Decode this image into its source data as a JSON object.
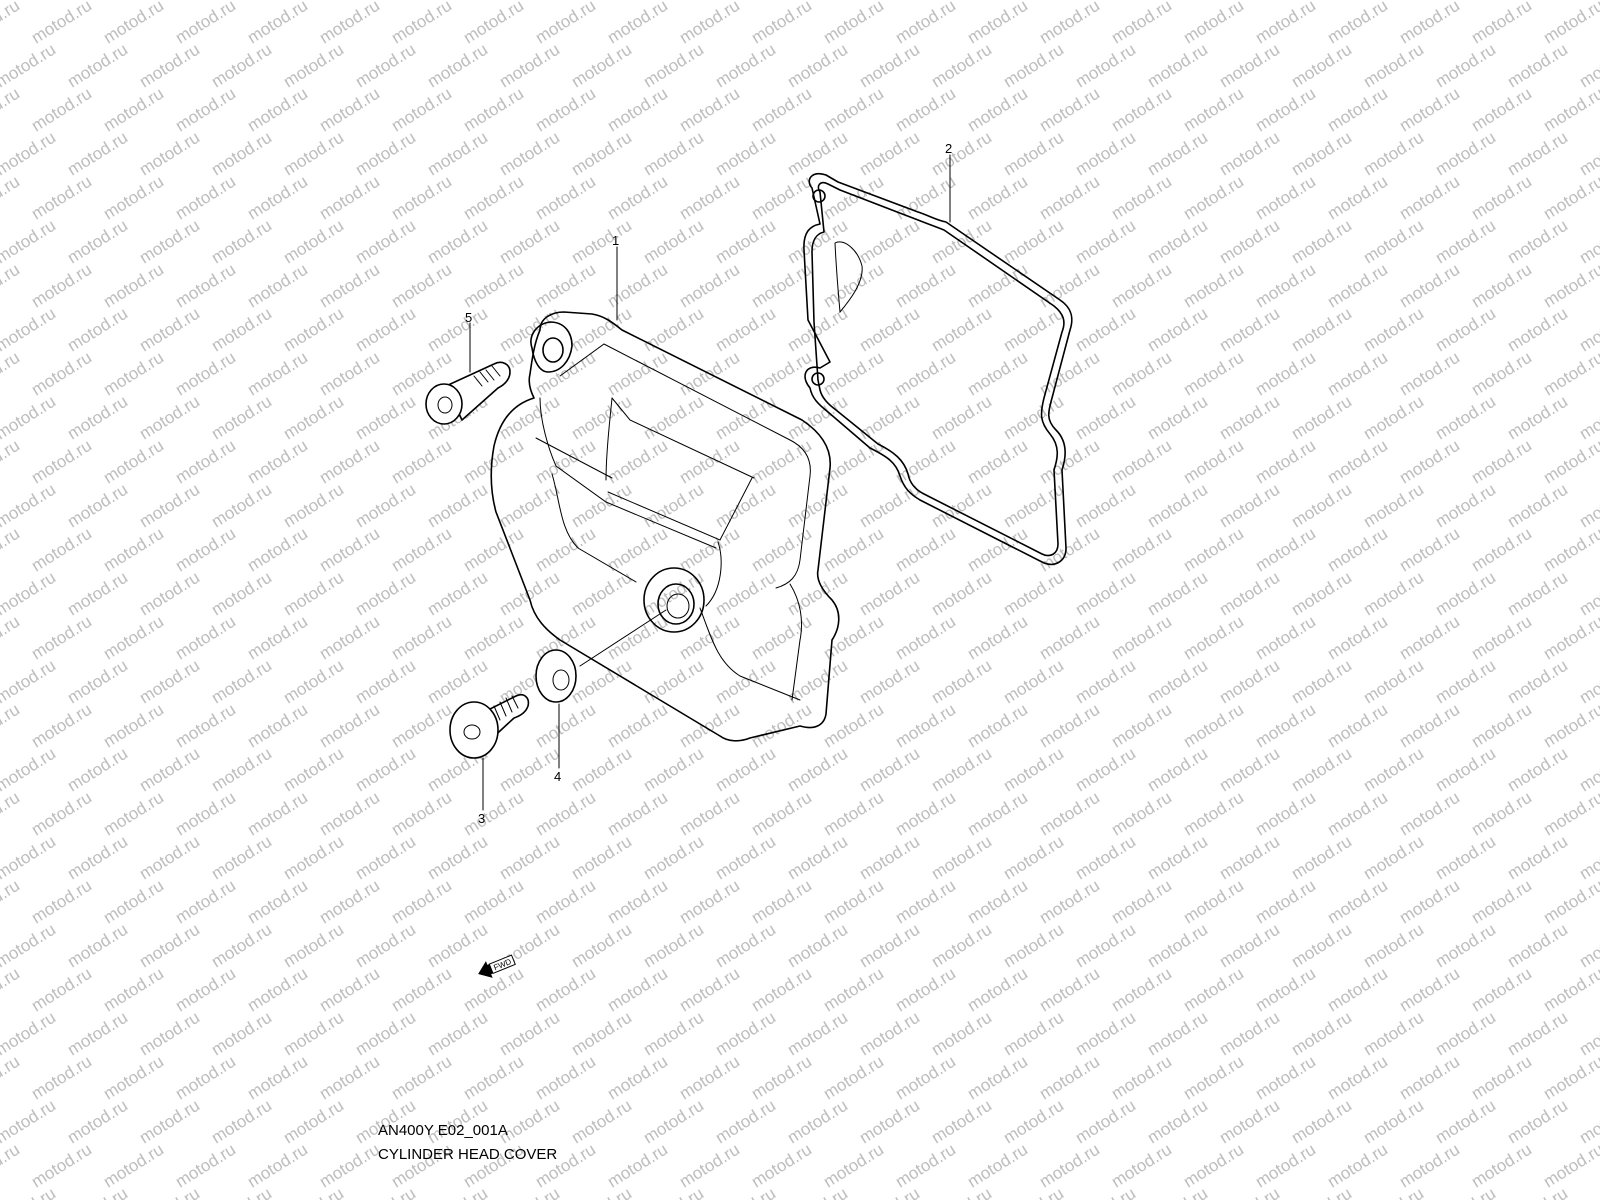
{
  "watermark": {
    "text": "motod.ru",
    "color": "#bdbdbd"
  },
  "callouts": [
    "1",
    "2",
    "3",
    "4",
    "5"
  ],
  "fwd_badge": {
    "text": "FWD"
  },
  "caption": {
    "model_code": "AN400Y E02_001A",
    "title": "CYLINDER HEAD COVER"
  }
}
